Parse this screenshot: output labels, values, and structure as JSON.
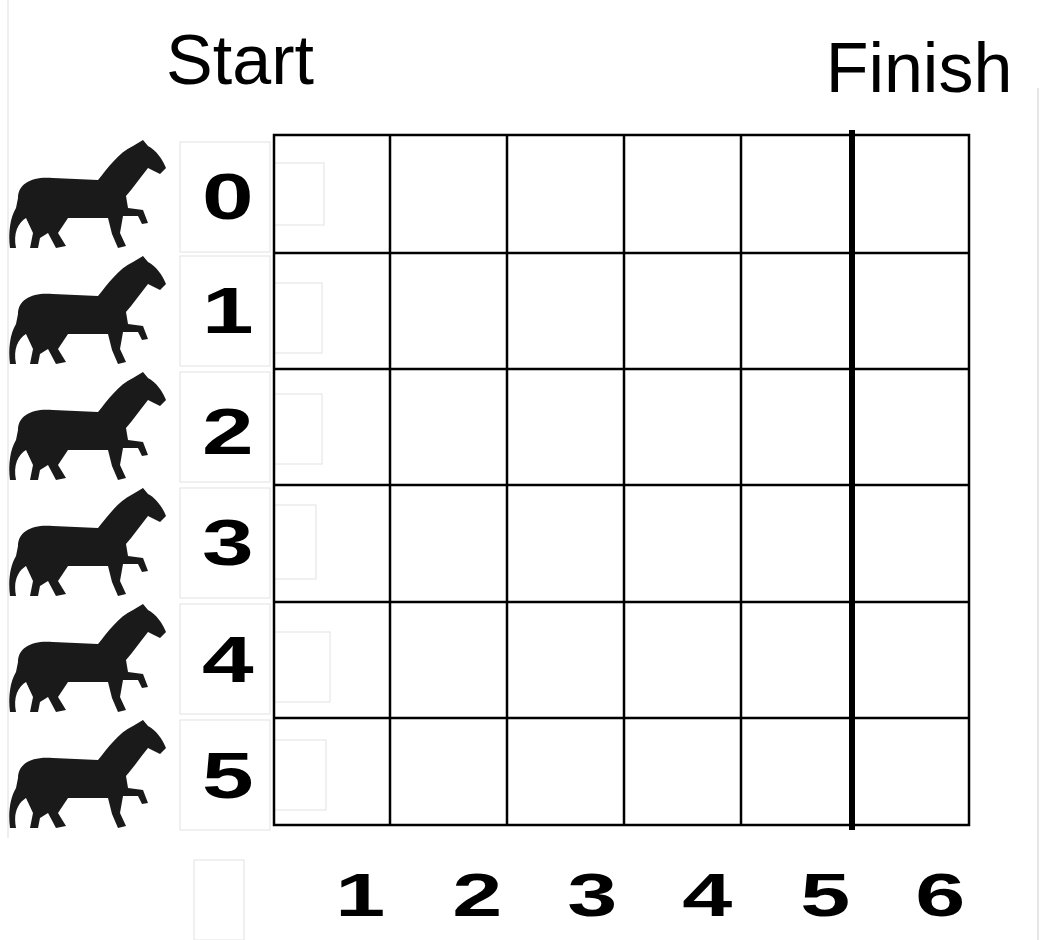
{
  "diagram": {
    "labels": [
      "Start",
      "Finish",
      "0",
      "1",
      "2",
      "3",
      "4",
      "5",
      "1",
      "2",
      "3",
      "4",
      "5",
      "6"
    ]
  }
}
